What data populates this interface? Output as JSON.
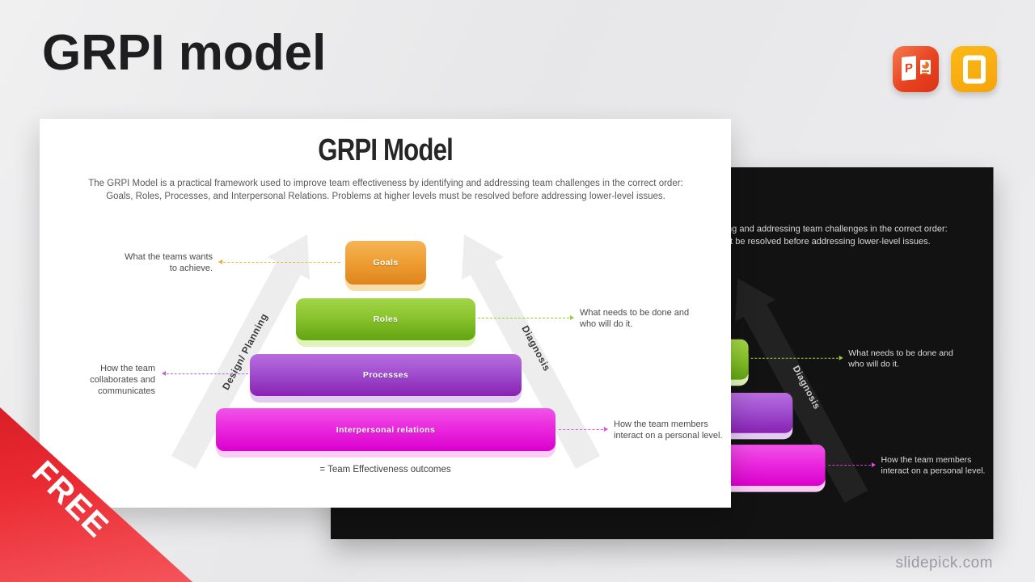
{
  "page": {
    "title": "GRPI model",
    "ribbon_label": "FREE",
    "watermark": "slidepick.com",
    "format_icons": [
      "powerpoint-icon",
      "google-slides-icon"
    ]
  },
  "slide": {
    "title": "GRPI Model",
    "description_line1": "The GRPI Model is a practical framework used to improve team effectiveness by identifying and addressing team challenges in the correct order:",
    "description_line2": "Goals, Roles, Processes, and Interpersonal Relations. Problems at higher levels must be resolved before addressing lower-level issues.",
    "levels": [
      {
        "label": "Goals",
        "color_top": "#F6B355",
        "color_bottom": "#DE851C",
        "ghost": "#F8DCAB"
      },
      {
        "label": "Roles",
        "color_top": "#A2D548",
        "color_bottom": "#62A412",
        "ghost": "#DFF3BA"
      },
      {
        "label": "Processes",
        "color_top": "#B76DDD",
        "color_bottom": "#8822B2",
        "ghost": "#E3CCF1"
      },
      {
        "label": "Interpersonal relations",
        "color_top": "#F153E8",
        "color_bottom": "#DA00CD",
        "ghost": "#FACDF5"
      }
    ],
    "arrows": {
      "left": "Design/ Planning",
      "right": "Diagnosis"
    },
    "annotations": {
      "goals": "What the teams wants to achieve.",
      "roles": "What needs to be done and who will do it.",
      "processes": "How the team collaborates and communicates",
      "interpersonal": "How the team members interact on a personal level."
    },
    "footnote": "= Team Effectiveness outcomes",
    "theme_light_bg": "#FFFFFF",
    "theme_dark_bg": "#121212"
  }
}
